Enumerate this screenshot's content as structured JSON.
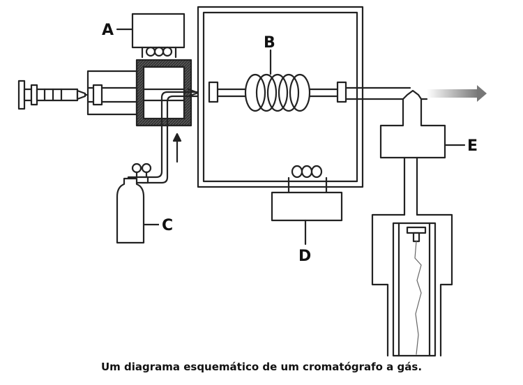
{
  "labels": {
    "a": "A",
    "b": "B",
    "c": "C",
    "d": "D",
    "e": "E"
  },
  "caption": "Um diagrama esquemático de um cromatógrafo a gás."
}
